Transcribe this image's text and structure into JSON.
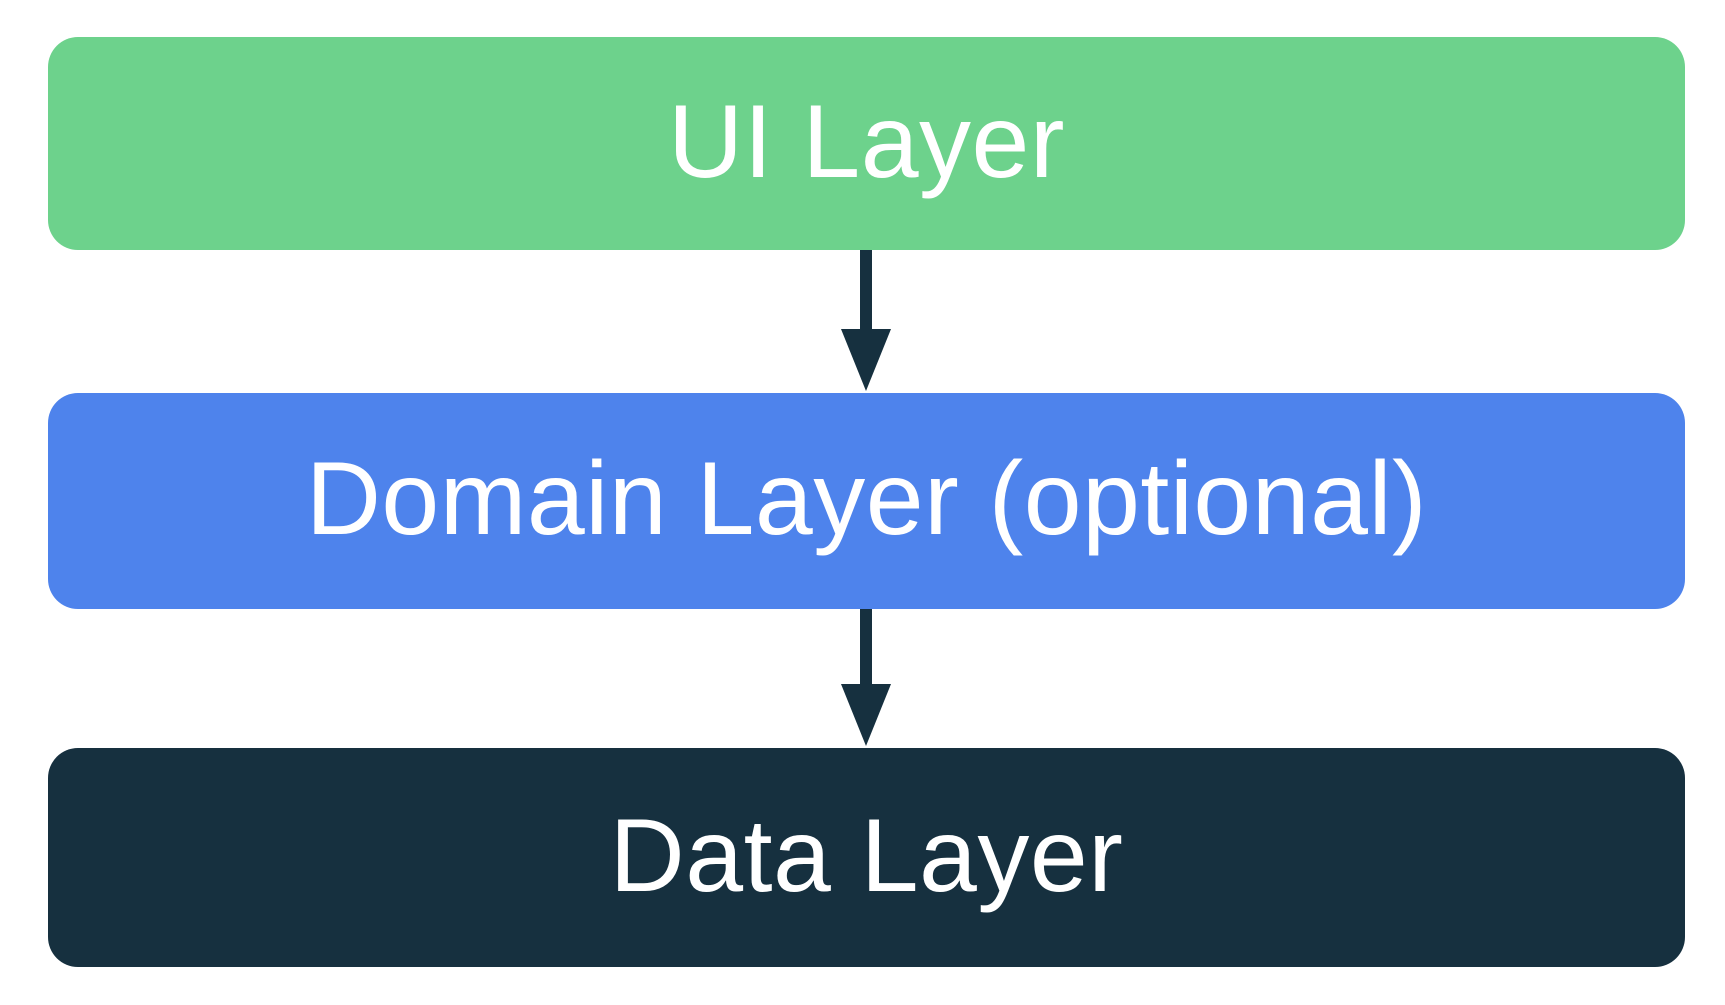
{
  "page": {
    "background_color": "#FFFFFF",
    "text_color": "#FFFFFF"
  },
  "diagram": {
    "type": "layered-architecture-flow",
    "layers": [
      {
        "label": "UI Layer",
        "bg_color": "#6DD28C",
        "text_color": "#FFFFFF"
      },
      {
        "label": "Domain Layer (optional)",
        "bg_color": "#4E83EC",
        "text_color": "#FFFFFF"
      },
      {
        "label": "Data Layer",
        "bg_color": "#16303F",
        "text_color": "#FFFFFF"
      }
    ],
    "arrows": [
      {
        "name": "ui-to-domain",
        "direction": "down",
        "color": "#16303F"
      },
      {
        "name": "domain-to-data",
        "direction": "down",
        "color": "#16303F"
      }
    ]
  }
}
